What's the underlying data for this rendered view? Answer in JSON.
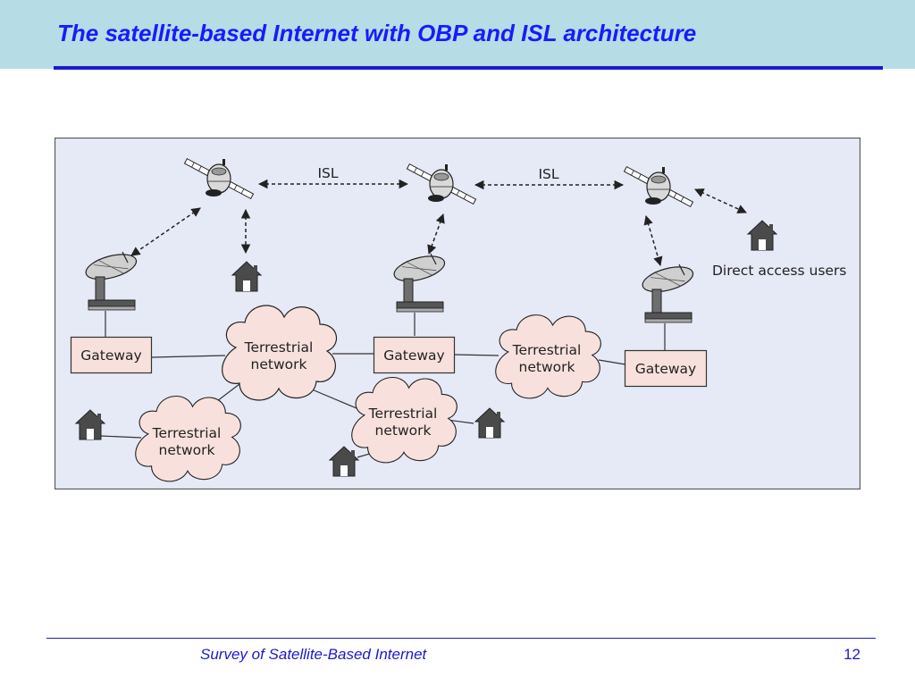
{
  "slide": {
    "title": "The satellite-based Internet with OBP and ISL architecture",
    "footer": "Survey of Satellite-Based Internet",
    "page_number": "12"
  },
  "diagram": {
    "isl_label_1": "ISL",
    "isl_label_2": "ISL",
    "gateways": [
      "Gateway",
      "Gateway",
      "Gateway"
    ],
    "terrestrial_network_line1": "Terrestrial",
    "terrestrial_network_line2": "network",
    "direct_access_users": "Direct access users"
  },
  "colors": {
    "header_band": "#b6dde6",
    "title_text": "#1a1aff",
    "rule": "#1a1acc",
    "diagram_background": "#e6e9f6",
    "box_fill": "#f8e1dc",
    "cloud_fill": "#f8e1dc"
  }
}
